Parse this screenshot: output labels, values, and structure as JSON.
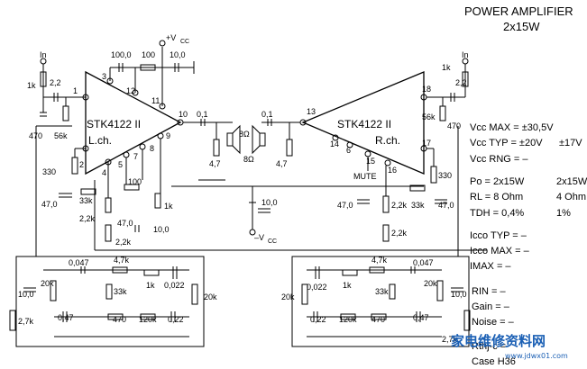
{
  "title": {
    "line1": "POWER  AMPLIFIER",
    "line2": "2x15W"
  },
  "ic": {
    "left_name": "STK4122  II",
    "left_ch": "L.ch.",
    "right_name": "STK4122  II",
    "right_ch": "R.ch."
  },
  "supply": {
    "pos": "+V",
    "pos_sub": "CC",
    "neg": "–V",
    "neg_sub": "CC"
  },
  "inputs": {
    "left": "In",
    "right": "In"
  },
  "mute": "MUTE",
  "pins": {
    "p1": "1",
    "p2": "2",
    "p3": "3",
    "p4": "4",
    "p5": "5",
    "p6": "6",
    "p7": "7",
    "p8": "8",
    "p9": "9",
    "p10": "10",
    "p11": "11",
    "p12": "12",
    "p13": "13",
    "p14": "14",
    "p15": "15",
    "p16": "16",
    "p17": "17",
    "p18": "18"
  },
  "components": {
    "c100_top": "100,0",
    "r100_top": "100",
    "c10_top": "10,0",
    "r1k_l": "1k",
    "c22_l": "2,2",
    "c470_l": "470",
    "r56k_l": "56k",
    "c01_l": "0,1",
    "r47_l": "4,7",
    "spk_l": "8Ω",
    "c01_r": "0,1",
    "r47_r": "4,7",
    "spk_r": "8Ω",
    "r1k_r": "1k",
    "c22_r": "2,2",
    "r56k_r": "56k",
    "c470_r": "470",
    "r330_l": "330",
    "c47_l": "47,0",
    "r33k_l": "33k",
    "r22k_l1": "2,2k",
    "r100_l": "100",
    "r1k_l2": "1k",
    "c47_l2": "47,0",
    "r22k_l2": "2,2k",
    "c10_l2": "10,0",
    "c10_mid": "10,0",
    "r330_r": "330",
    "c47_r": "47,0",
    "r33k_r": "33k",
    "r22k_r1": "2,2k",
    "c47_r2": "47,0",
    "r22k_r2": "2,2k",
    "tl_c047": "0,047",
    "tl_r47k": "4,7k",
    "tl_r33k": "33k",
    "tl_r1k": "1k",
    "tl_c022": "0,022",
    "tl_r20k_a": "20k",
    "tl_r20k_b": "20k",
    "tl_c10": "10,0",
    "tl_r27k": "2,7k",
    "tl_c047b": "0,47",
    "tl_r470": "470",
    "tl_r120k": "120k",
    "tl_c022b": "0,22",
    "tr_c047": "0,047",
    "tr_r47k": "4,7k",
    "tr_r33k": "33k",
    "tr_r1k": "1k",
    "tr_c022": "0,022",
    "tr_r20k_a": "20k",
    "tr_r20k_b": "20k",
    "tr_c10": "10,0",
    "tr_r27k": "2,7k",
    "tr_c022b": "0,22",
    "tr_r120k": "120k",
    "tr_r470": "470",
    "tr_c047b": "0,47"
  },
  "specs": {
    "vcc_max": "Vcc MAX = ±30,5V",
    "vcc_typ": "Vcc TYP = ±20V",
    "vcc_typ2": "±17V",
    "vcc_rng": "Vcc RNG = –",
    "po": "Po  = 2x15W",
    "po2": "2x15W",
    "rl": "RL  = 8 Ohm",
    "rl2": "4 Ohm",
    "tdh": "TDH = 0,4%",
    "tdh2": "1%",
    "icco_typ": "Icco TYP = –",
    "icco_max": "Icco MAX = –",
    "imax": "IMAX   =  –",
    "rin": "RIN  =  –",
    "gain": "Gain  =  –",
    "noise": "Noise =  –",
    "rthj": "Rthj-c =",
    "case": "Case H36"
  },
  "watermark": {
    "main": "家电维修资料网",
    "sub": "www.jdwx01.com"
  }
}
